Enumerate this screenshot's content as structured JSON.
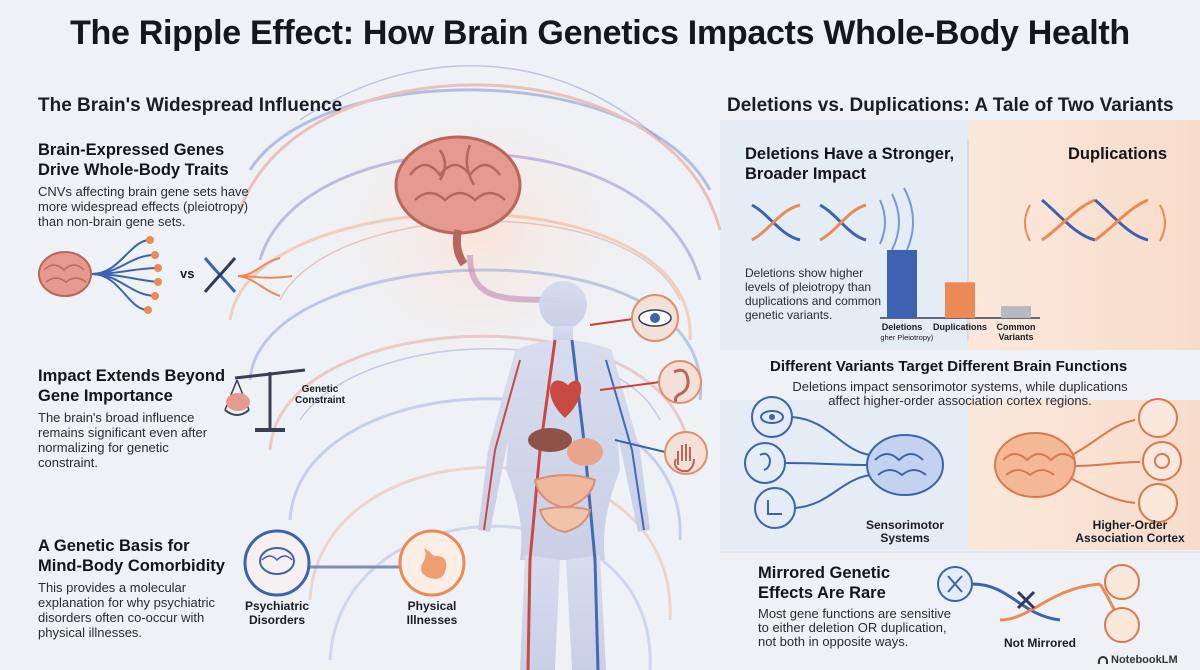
{
  "title": "The Ripple Effect: How Brain Genetics Impacts Whole-Body Health",
  "left": {
    "section_title": "The Brain's Widespread Influence",
    "block1": {
      "heading_line1": "Brain-Expressed Genes",
      "heading_line2": "Drive Whole-Body Traits",
      "body_line1": "CNVs affecting brain gene sets have",
      "body_line2": "more widespread effects (pleiotropy)",
      "body_line3": "than non-brain gene sets.",
      "vs_label": "vs"
    },
    "block2": {
      "heading_line1": "Impact Extends Beyond",
      "heading_line2": "Gene Importance",
      "body_line1": "The brain's broad influence",
      "body_line2": "remains significant even after",
      "body_line3": "normalizing for genetic",
      "body_line4": "constraint.",
      "scale_label_line1": "Genetic",
      "scale_label_line2": "Constraint"
    },
    "block3": {
      "heading_line1": "A Genetic Basis for",
      "heading_line2": "Mind-Body Comorbidity",
      "body_line1": "This provides a molecular",
      "body_line2": "explanation for why psychiatric",
      "body_line3": "disorders often co-occur with",
      "body_line4": "physical illnesses.",
      "psych_label_line1": "Psychiatric",
      "psych_label_line2": "Disorders",
      "phys_label_line1": "Physical",
      "phys_label_line2": "Illnesses"
    }
  },
  "right": {
    "section_title": "Deletions vs. Duplications: A Tale of Two Variants",
    "deletions": {
      "heading_line1": "Deletions Have a Stronger,",
      "heading_line2": "Broader Impact",
      "body_line1": "Deletions show higher",
      "body_line2": "levels of pleiotropy than",
      "body_line3": "duplications and common",
      "body_line4": "genetic variants."
    },
    "duplications_heading": "Duplications",
    "targets": {
      "heading": "Different Variants Target Different Brain Functions",
      "body_line1": "Deletions impact sensorimotor systems, while duplications",
      "body_line2": "affect higher-order association cortex regions.",
      "sensorimotor_line1": "Sensorimotor",
      "sensorimotor_line2": "Systems",
      "higher_line1": "Higher-Order",
      "higher_line2": "Association Cortex"
    },
    "mirrored": {
      "heading_line1": "Mirrored Genetic",
      "heading_line2": "Effects Are Rare",
      "body_line1": "Most gene functions are sensitive",
      "body_line2": "to either deletion OR duplication,",
      "body_line3": "not both in opposite ways.",
      "not_mirrored_label": "Not Mirrored"
    }
  },
  "chart_data": {
    "type": "bar",
    "categories": [
      "Deletions",
      "Duplications",
      "Common Variants"
    ],
    "category_line2": [
      "(Higher Pleiotropy)",
      "",
      "Variants"
    ],
    "values": [
      0.8,
      0.42,
      0.14
    ],
    "colors": [
      "#3e62b0",
      "#ec8a55",
      "#b7b9bf"
    ],
    "title": "",
    "xlabel": "",
    "ylabel": ""
  },
  "watermark": "NotebookLM",
  "colors": {
    "blue": "#3e62b0",
    "orange": "#ec8a55",
    "brain_pink": "#e69a8f",
    "heart_red": "#c9413a"
  }
}
